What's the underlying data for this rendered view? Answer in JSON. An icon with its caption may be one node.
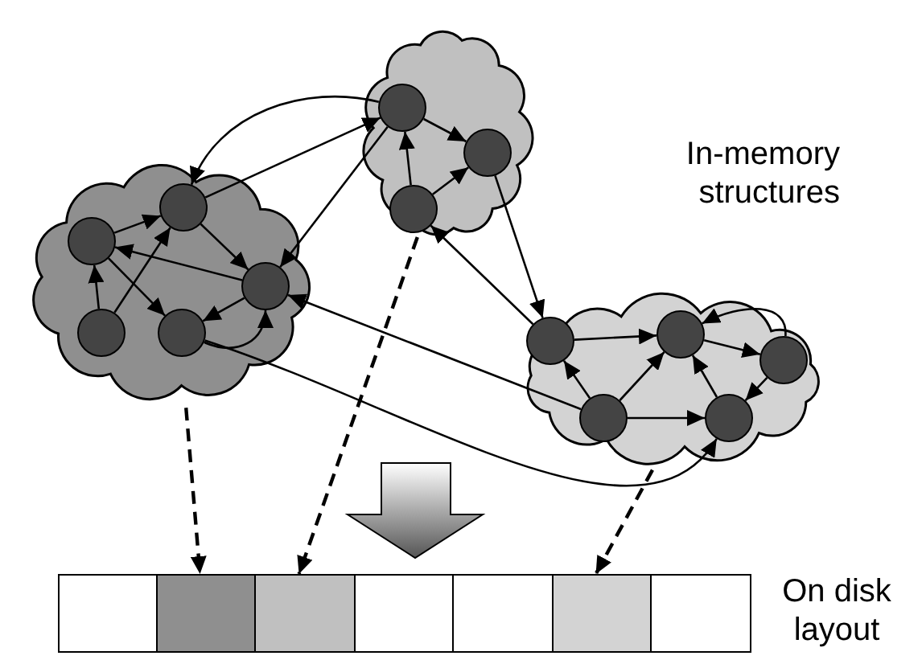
{
  "diagram": {
    "nodes": [
      {
        "text": [],
        "shape": "cloud"
      },
      {
        "text": [],
        "shape": "circle",
        "in": 0
      },
      {
        "text": [],
        "shape": "circle",
        "in": 0
      },
      {
        "text": [],
        "shape": "circle",
        "in": 0
      },
      {
        "text": [],
        "shape": "circle",
        "in": 0
      },
      {
        "text": [],
        "shape": "circle",
        "in": 0
      },
      {
        "text": [],
        "shape": "cloud"
      },
      {
        "text": [],
        "shape": "circle",
        "in": 6
      },
      {
        "text": [],
        "shape": "circle",
        "in": 6
      },
      {
        "text": [],
        "shape": "circle",
        "in": 6
      },
      {
        "text": [],
        "shape": "cloud"
      },
      {
        "text": [],
        "shape": "circle",
        "in": 10
      },
      {
        "text": [],
        "shape": "circle",
        "in": 10
      },
      {
        "text": [],
        "shape": "circle",
        "in": 10
      },
      {
        "text": [],
        "shape": "circle",
        "in": 10
      },
      {
        "text": [],
        "shape": "circle",
        "in": 10
      },
      {
        "text": [],
        "shape": "box"
      },
      {
        "text": [],
        "shape": "box"
      },
      {
        "text": [],
        "shape": "box"
      },
      {
        "text": [],
        "shape": "box"
      },
      {
        "text": [],
        "shape": "box"
      },
      {
        "text": [],
        "shape": "box"
      },
      {
        "text": [],
        "shape": "box"
      }
    ],
    "edges": [
      {
        "from": 1,
        "to": 2,
        "arrow": "to"
      },
      {
        "from": 2,
        "to": 3,
        "arrow": "to"
      },
      {
        "from": 3,
        "to": 1,
        "arrow": "to"
      },
      {
        "from": 4,
        "to": 1,
        "arrow": "to"
      },
      {
        "from": 4,
        "to": 2,
        "arrow": "to"
      },
      {
        "from": 1,
        "to": 5,
        "arrow": "to"
      },
      {
        "from": 3,
        "to": 5,
        "arrow": "to"
      },
      {
        "from": 5,
        "to": 3,
        "arrow": "to"
      },
      {
        "from": 7,
        "to": 2,
        "arrow": "to"
      },
      {
        "from": 2,
        "to": 7,
        "arrow": "to"
      },
      {
        "from": 7,
        "to": 3,
        "arrow": "to"
      },
      {
        "from": 7,
        "to": 8,
        "arrow": "to"
      },
      {
        "from": 9,
        "to": 7,
        "arrow": "to"
      },
      {
        "from": 9,
        "to": 8,
        "arrow": "to"
      },
      {
        "from": 8,
        "to": 11,
        "arrow": "to"
      },
      {
        "from": 11,
        "to": 9,
        "arrow": "to"
      },
      {
        "from": 11,
        "to": 12,
        "arrow": "to"
      },
      {
        "from": 12,
        "to": 13,
        "arrow": "to"
      },
      {
        "from": 13,
        "to": 12,
        "arrow": "to"
      },
      {
        "from": 14,
        "to": 11,
        "arrow": "to"
      },
      {
        "from": 14,
        "to": 12,
        "arrow": "to"
      },
      {
        "from": 14,
        "to": 15,
        "arrow": "to"
      },
      {
        "from": 15,
        "to": 12,
        "arrow": "to"
      },
      {
        "from": 13,
        "to": 15,
        "arrow": "to"
      },
      {
        "from": 14,
        "to": 3,
        "arrow": "to"
      },
      {
        "from": 5,
        "to": 15,
        "arrow": "to"
      },
      {
        "from": 0,
        "to": 17,
        "arrow": "to",
        "style": "dashed"
      },
      {
        "from": 6,
        "to": 18,
        "arrow": "to",
        "style": "dashed"
      },
      {
        "from": 10,
        "to": 21,
        "arrow": "to",
        "style": "dashed"
      }
    ],
    "labels": [
      "In-memory structures",
      "On disk layout"
    ]
  }
}
